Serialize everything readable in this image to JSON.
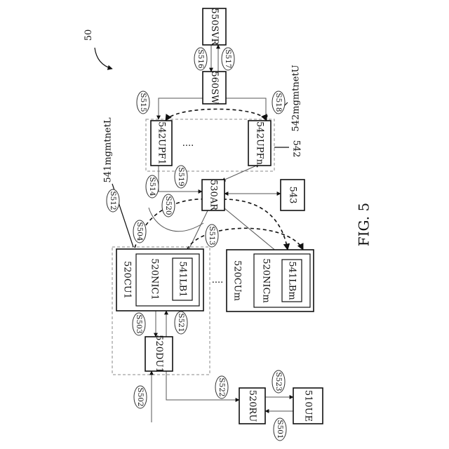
{
  "figure": {
    "number_label": "50",
    "caption": "FIG. 5"
  },
  "nodes": {
    "svr": "550SVR",
    "sw": "560SW",
    "upf1": "542UPF1",
    "upfn": "542UPFn",
    "upf_dots": "....",
    "upf_group": "542",
    "mgmt_u": "542mgmtnetU",
    "mgmt_l": "541mgmtnetL",
    "ar": "530AR",
    "n543": "543",
    "cu1": "520CU1",
    "nic1": "520NIC1",
    "lb1": "541LB1",
    "cu_dots": "....",
    "cum": "520CUm",
    "nicm": "520NICm",
    "lbm": "541LBm",
    "du1": "520DU1",
    "ru": "520RU",
    "ue": "510UE"
  },
  "signals": {
    "s501": "S501",
    "s502": "S502",
    "s503": "S503",
    "s504": "S504",
    "s512": "S512",
    "s513": "S513",
    "s514": "S514",
    "s515": "S515",
    "s516": "S516",
    "s517": "S517",
    "s518": "S518",
    "s519": "S519",
    "s520": "S520",
    "s521": "S521",
    "s522": "S522",
    "s523": "S523"
  }
}
